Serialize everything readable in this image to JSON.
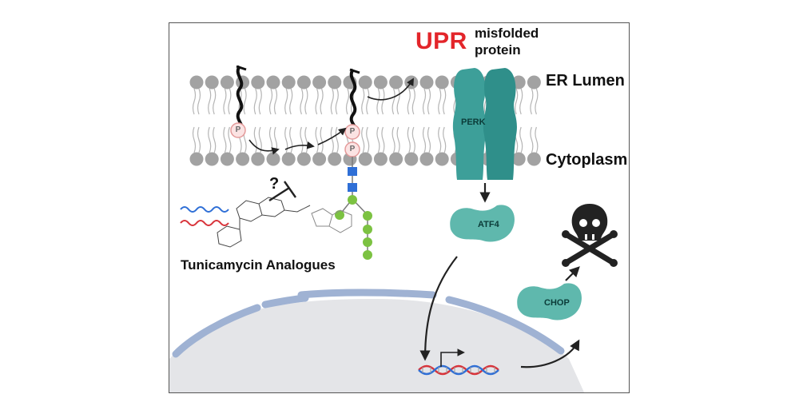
{
  "labels": {
    "upr": "UPR",
    "misfolded_protein": "misfolded\nprotein",
    "er_lumen": "ER Lumen",
    "cytoplasm": "Cytoplasm",
    "tunicamycin_analogues": "Tunicamycin Analogues",
    "perk": "PERK",
    "atf4": "ATF4",
    "chop": "CHOP",
    "question_mark": "?",
    "phosphate": "P"
  },
  "colors": {
    "upr_red": "#e3252a",
    "protein_teal": "#5fb8ad",
    "perk_teal": "#2f8f8a",
    "glcnac_blue": "#2f6fd6",
    "mannose_green": "#7cc242",
    "membrane_gray": "#9c9c9c",
    "nucleus_fill": "#e4e5e8",
    "nucleus_rim": "#9fb2d3",
    "dna_red": "#d8333a",
    "dna_blue": "#2f6fd6"
  },
  "icons": [
    "skull-crossbones-icon",
    "inhibition-bar-icon"
  ]
}
